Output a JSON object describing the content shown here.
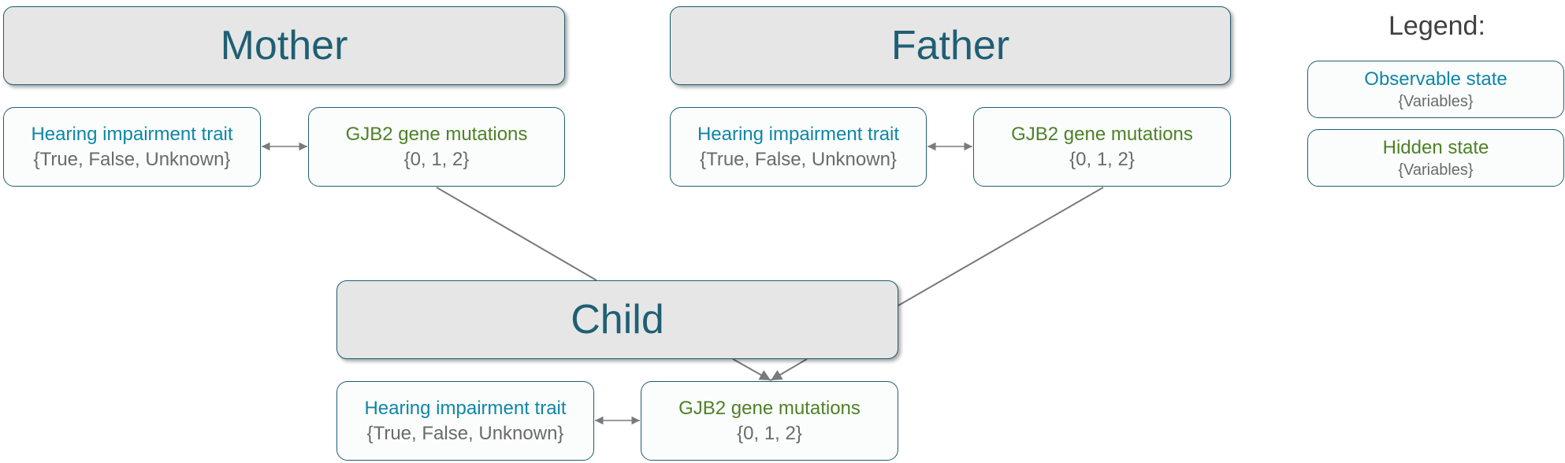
{
  "families": {
    "mother": {
      "title": "Mother"
    },
    "father": {
      "title": "Father"
    },
    "child": {
      "title": "Child"
    }
  },
  "nodes": {
    "trait_label": "Hearing impairment trait",
    "trait_values": "{True, False, Unknown}",
    "gene_label": "GJB2 gene mutations",
    "gene_values": "{0, 1, 2}"
  },
  "legend": {
    "title": "Legend:",
    "observable_label": "Observable state",
    "observable_values": "{Variables}",
    "hidden_label": "Hidden state",
    "hidden_values": "{Variables}"
  },
  "colors": {
    "observable": "#0e86a6",
    "hidden": "#4d8226",
    "header_text": "#1f5f73",
    "header_fill": "#e6e6e6",
    "border": "#1f5f6f"
  }
}
